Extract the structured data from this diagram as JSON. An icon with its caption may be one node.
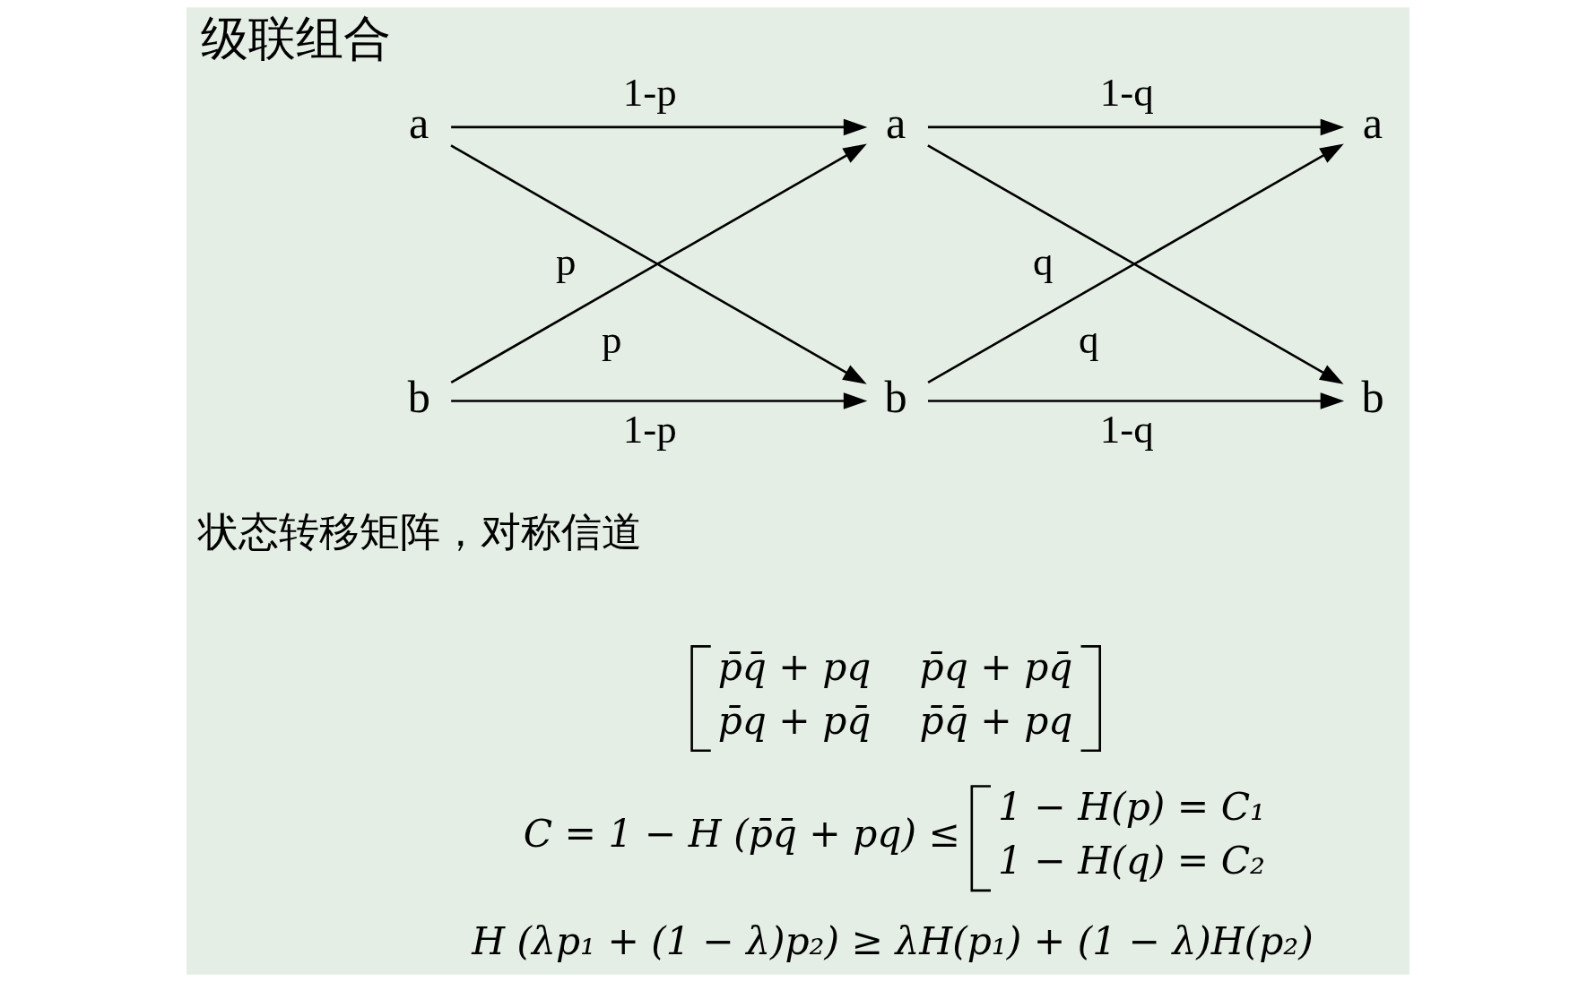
{
  "diagram": {
    "title": "级联组合",
    "nodes": [
      {
        "text": [
          "a"
        ]
      },
      {
        "text": [
          "b"
        ]
      },
      {
        "text": [
          "a"
        ]
      },
      {
        "text": [
          "b"
        ]
      },
      {
        "text": [
          "a"
        ]
      },
      {
        "text": [
          "b"
        ]
      }
    ],
    "edges": [
      {
        "from": 0,
        "to": 2,
        "arrow": "to",
        "label": "1-p"
      },
      {
        "from": 0,
        "to": 3,
        "arrow": "to",
        "label": "p"
      },
      {
        "from": 1,
        "to": 2,
        "arrow": "to",
        "label": "p"
      },
      {
        "from": 1,
        "to": 3,
        "arrow": "to",
        "label": "1-p"
      },
      {
        "from": 2,
        "to": 4,
        "arrow": "to",
        "label": "1-q"
      },
      {
        "from": 2,
        "to": 5,
        "arrow": "to",
        "label": "q"
      },
      {
        "from": 3,
        "to": 4,
        "arrow": "to",
        "label": "q"
      },
      {
        "from": 3,
        "to": 5,
        "arrow": "to",
        "label": "1-q"
      }
    ],
    "labels": [
      "状态转移矩阵，对称信道",
      "p̄q̄ + pq",
      "p̄q + pq̄",
      "p̄q + pq̄",
      "p̄q̄ + pq",
      "C = 1 − H (p̄q̄ + pq) ≤",
      "1 − H(p) = C₁",
      "1 − H(q) = C₂",
      "H (λp₁ + (1 − λ)p₂) ≥ λH(p₁) + (1 − λ)H(p₂)"
    ]
  }
}
